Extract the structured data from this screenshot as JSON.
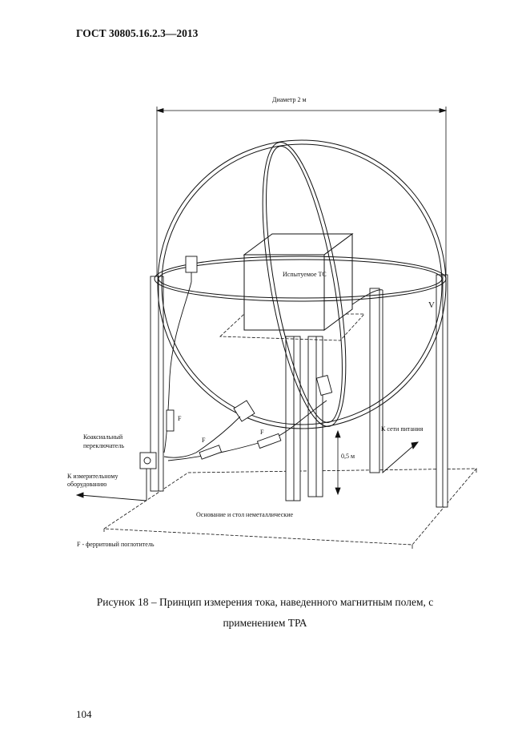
{
  "header": {
    "doc_code": "ГОСТ 30805.16.2.3—2013"
  },
  "figure": {
    "diameter_label": "Диаметр 2 м",
    "eut_label": "Испытуемое ТС",
    "coax_switch_label_line1": "Коаксиальный",
    "coax_switch_label_line2": "переключатель",
    "to_measuring_line1": "К измерительному",
    "to_measuring_line2": "оборудованию",
    "to_mains_label": "К сети питания",
    "height_label": "0,5 м",
    "base_label": "Основание и стол  неметаллические",
    "ferrite_legend": "F - ферритовый поглотитель",
    "ferrite_mark": "F",
    "symbol_v": "V"
  },
  "caption": {
    "line1": "Рисунок 18 – Принцип измерения тока, наведенного магнитным полем, с",
    "line2": "применением  ТРА"
  },
  "page": {
    "number": "104"
  }
}
